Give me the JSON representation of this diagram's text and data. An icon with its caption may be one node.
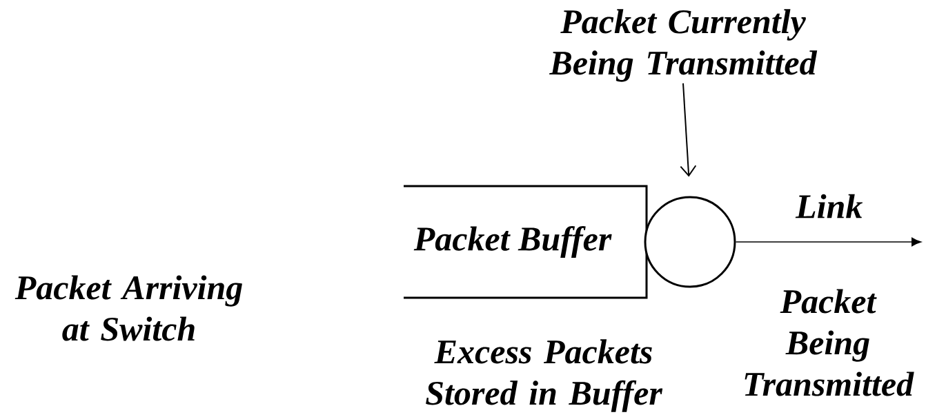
{
  "diagram": {
    "nodes": [
      {
        "text": [
          "Packet Currently Being Transmitted"
        ]
      },
      {
        "text": [
          "Packet Buffer"
        ]
      },
      {
        "text": [],
        "shape": "circle"
      }
    ],
    "edges": [
      {
        "from": 0,
        "to": 2,
        "arrow": "to"
      },
      {
        "from": 2,
        "to": null,
        "arrow": "to",
        "label": "Link"
      }
    ],
    "labels": [
      "Packet Arriving at Switch",
      "Excess Packets Stored in Buffer",
      "Packet Being Transmitted"
    ]
  }
}
